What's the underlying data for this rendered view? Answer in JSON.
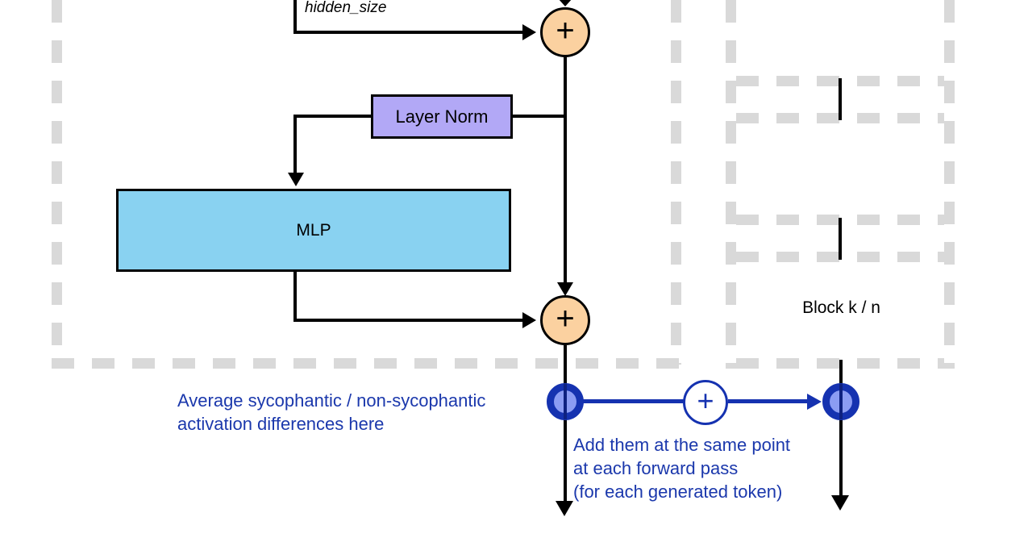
{
  "diagram": {
    "labels": {
      "hidden_size": "hidden_size",
      "layer_norm": "Layer Norm",
      "mlp": "MLP",
      "block": "Block k / n"
    },
    "symbols": {
      "plus": "+"
    },
    "annotations": {
      "average": {
        "line1": "Average sycophantic / non-sycophantic",
        "line2": "activation differences here"
      },
      "add": {
        "line1": "Add them at the same point",
        "line2": "at each forward pass",
        "line3": "(for each generated token)"
      }
    },
    "colors": {
      "accent_blue": "#1532b0",
      "marker_inner_blue": "#8b9cf3",
      "marker_stroke_navy": "#0e2180",
      "add_circle_fill": "#fbd1a0",
      "layer_norm_fill": "#b2a8f6",
      "mlp_fill": "#89d2f1",
      "dashed_border_gray": "#d9d9d9",
      "line_black": "#000000",
      "annotation_text_blue": "#1b38ac"
    }
  }
}
